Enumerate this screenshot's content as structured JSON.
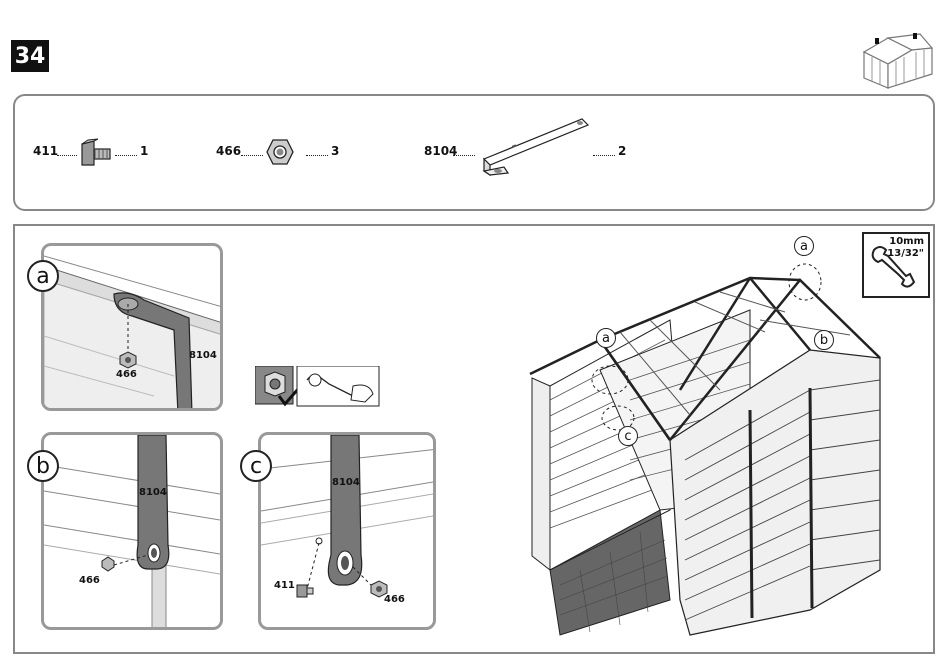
{
  "step": {
    "number": "34"
  },
  "parts": [
    {
      "code": "411",
      "qty": "1",
      "icon": "bolt-icon"
    },
    {
      "code": "466",
      "qty": "3",
      "icon": "hex-nut-icon"
    },
    {
      "code": "8104",
      "qty": "2",
      "icon": "bracket-bar-icon"
    }
  ],
  "tool": {
    "size_mm": "10mm",
    "size_in": "13/32\"",
    "icon": "wrench-icon"
  },
  "details": {
    "a": {
      "label": "a",
      "bar": "8104",
      "nut": "466"
    },
    "b": {
      "label": "b",
      "bar": "8104",
      "nut": "466"
    },
    "c": {
      "label": "c",
      "bar": "8104",
      "bolt": "411",
      "nut": "466"
    }
  },
  "shed_callouts": {
    "a_top": "a",
    "a_left": "a",
    "b": "b",
    "c": "c"
  }
}
